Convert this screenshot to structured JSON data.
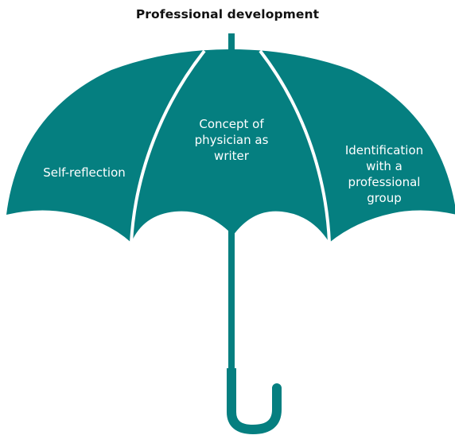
{
  "title": "Professional development",
  "colors": {
    "umbrella": "#057F80",
    "separator": "#ffffff",
    "label": "#ffffff",
    "title": "#111111"
  },
  "segments": [
    {
      "lines": [
        "Self-reflection"
      ]
    },
    {
      "lines": [
        "Concept of",
        "physician as",
        "writer"
      ]
    },
    {
      "lines": [
        "Identification",
        "with a",
        "professional",
        "group"
      ]
    }
  ]
}
